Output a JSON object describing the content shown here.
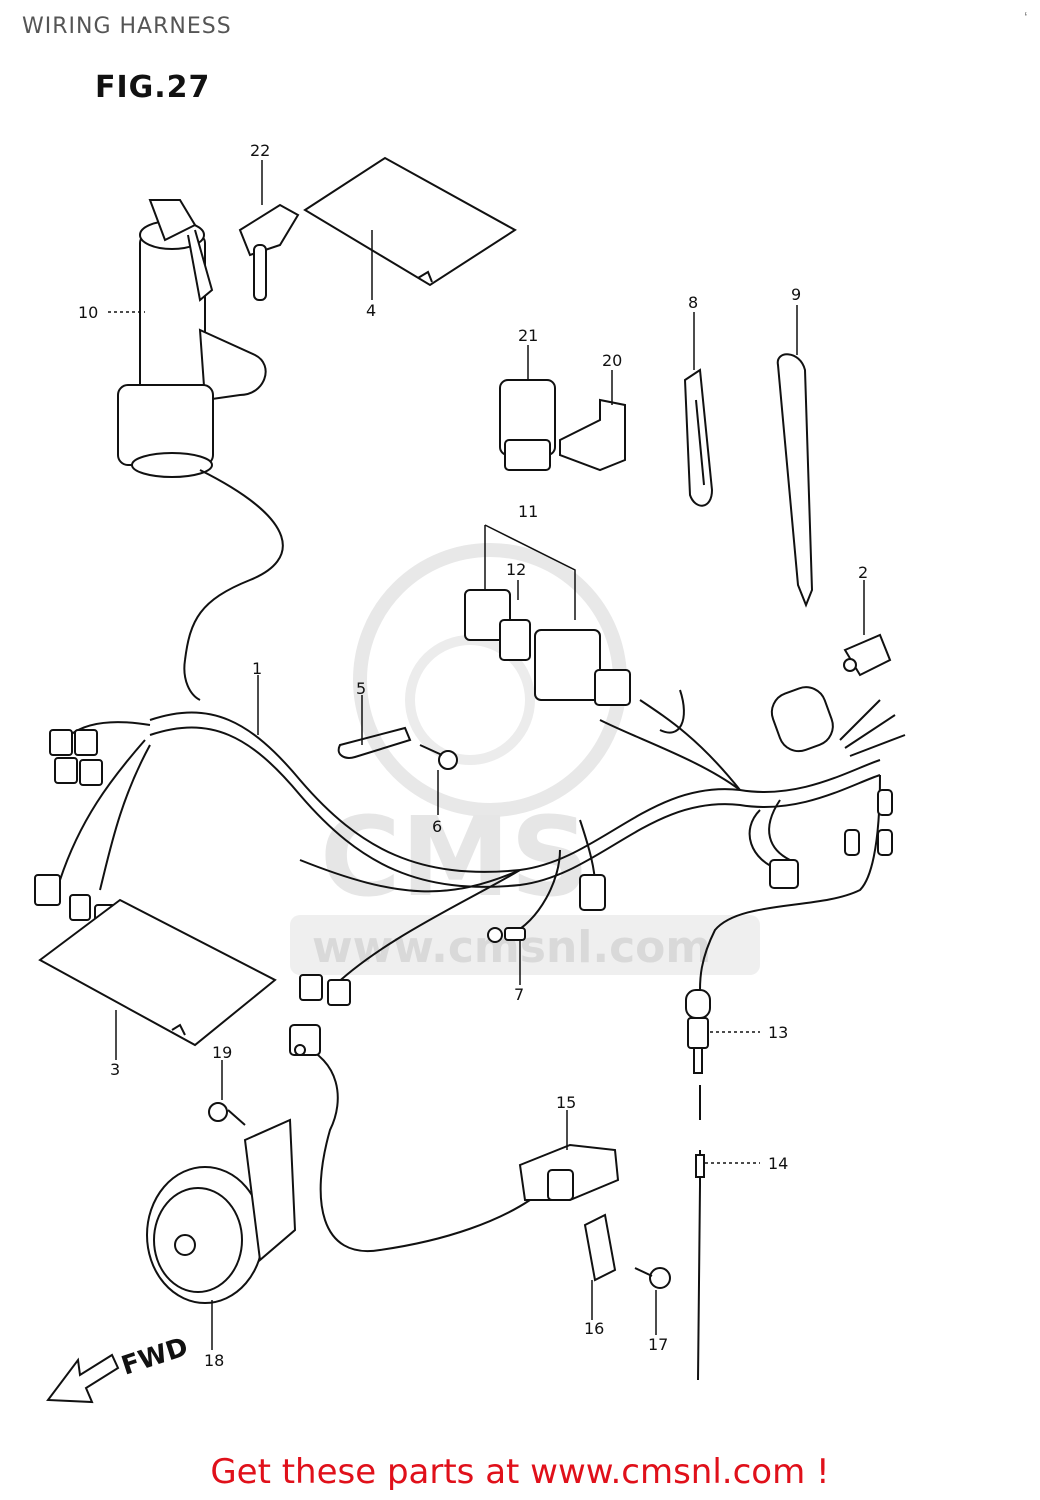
{
  "header": {
    "title": "WIRING HARNESS",
    "corner_mark": "‘"
  },
  "figure": {
    "label": "FIG.27"
  },
  "watermark": {
    "brand": "CMS",
    "url": "www.cmsnl.com"
  },
  "direction": {
    "text": "FWD"
  },
  "callouts": {
    "p1": "1",
    "p2": "2",
    "p3": "3",
    "p4": "4",
    "p5": "5",
    "p6": "6",
    "p7": "7",
    "p8": "8",
    "p9": "9",
    "p10": "10",
    "p11": "11",
    "p12": "12",
    "p13": "13",
    "p14": "14",
    "p15": "15",
    "p16": "16",
    "p17": "17",
    "p18": "18",
    "p19": "19",
    "p20": "20",
    "p21": "21",
    "p22": "22"
  },
  "footer": {
    "text": "Get these parts at www.cmsnl.com !"
  },
  "colors": {
    "footer": "#e0101a",
    "line": "#111111",
    "watermark": "#e6e6e6"
  }
}
